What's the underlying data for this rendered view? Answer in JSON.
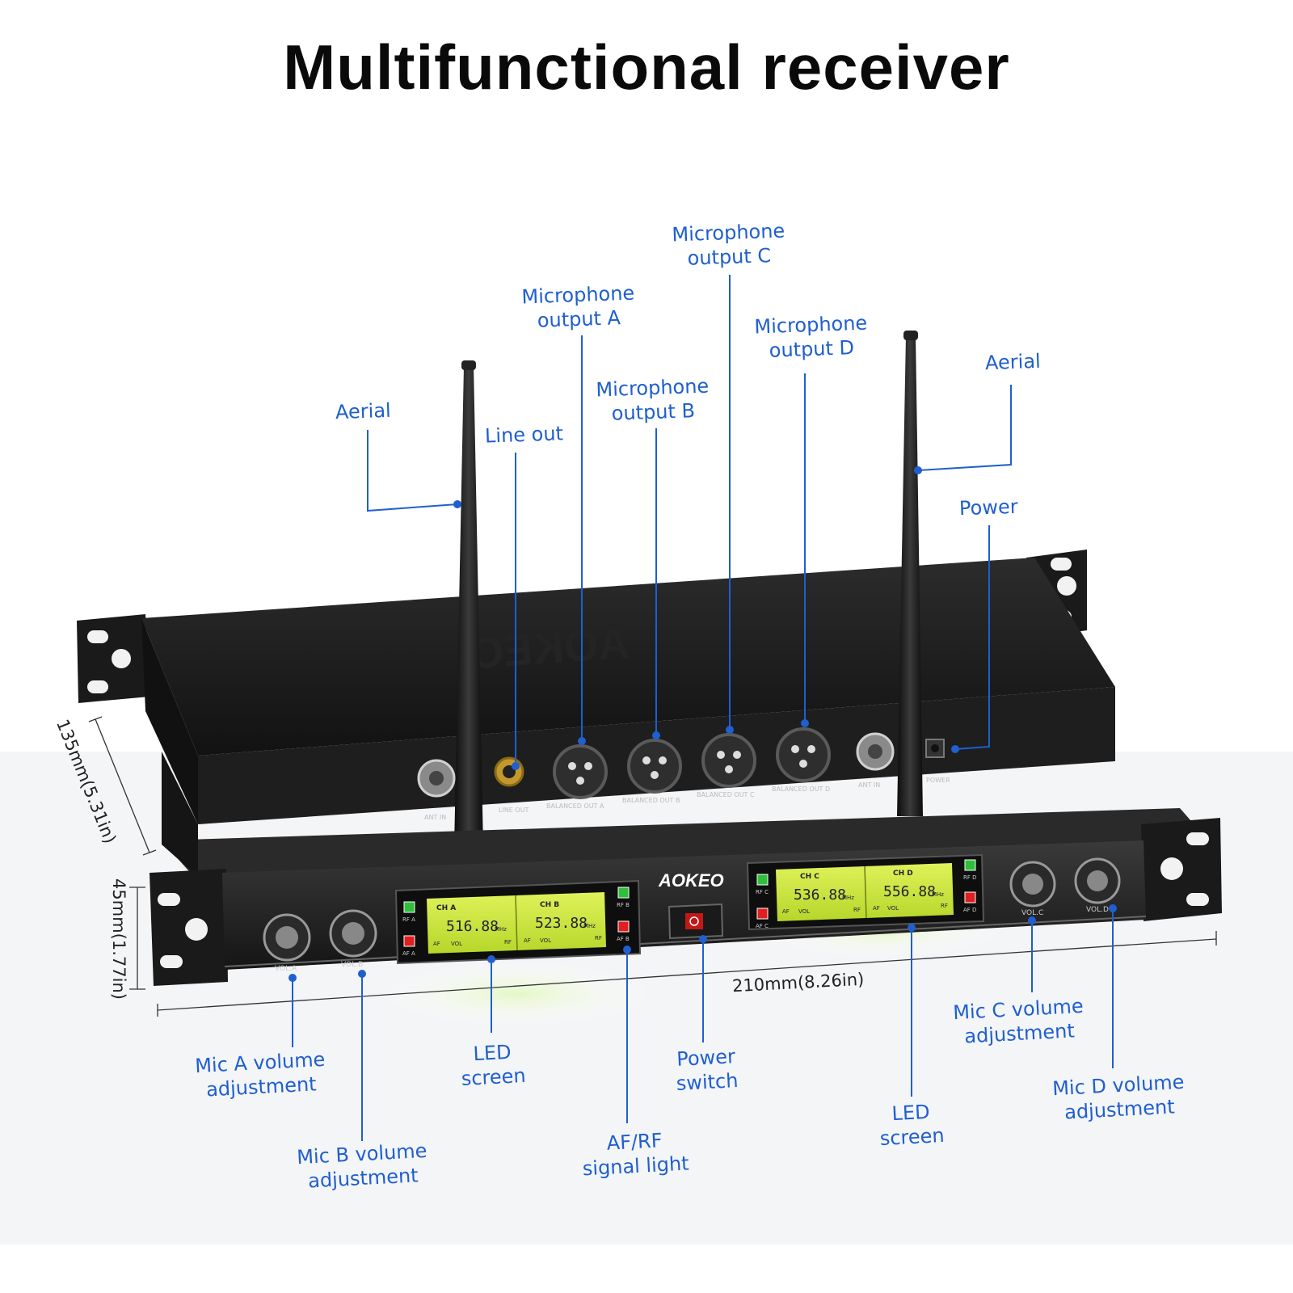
{
  "title": "Multifunctional receiver",
  "brand": "AOKEO",
  "callouts": {
    "aerial_left": "Aerial",
    "line_out": "Line out",
    "mic_out_a": [
      "Microphone",
      "output A"
    ],
    "mic_out_b": [
      "Microphone",
      "output B"
    ],
    "mic_out_c": [
      "Microphone",
      "output C"
    ],
    "mic_out_d": [
      "Microphone",
      "output D"
    ],
    "aerial_right": "Aerial",
    "power": "Power",
    "mic_a_vol": [
      "Mic A volume",
      "adjustment"
    ],
    "mic_b_vol": [
      "Mic B volume",
      "adjustment"
    ],
    "led_screen_1": [
      "LED",
      "screen"
    ],
    "af_rf_light": [
      "AF/RF",
      "signal light"
    ],
    "power_switch": [
      "Power",
      "switch"
    ],
    "led_screen_2": [
      "LED",
      "screen"
    ],
    "mic_c_vol": [
      "Mic C volume",
      "adjustment"
    ],
    "mic_d_vol": [
      "Mic D volume",
      "adjustment"
    ]
  },
  "dimensions": {
    "depth": "135mm(5.31in)",
    "height": "45mm(1.77in)",
    "width": "210mm(8.26in)"
  },
  "rear_panel": {
    "ant_in_left": "ANT IN",
    "line_out": "LINE OUT",
    "out_a": "BALANCED OUT A",
    "out_b": "BALANCED OUT B",
    "out_c": "BALANCED OUT C",
    "out_d": "BALANCED OUT D",
    "ant_in_right": "ANT IN",
    "power": "POWER"
  },
  "front_panel": {
    "vol_a": "VOL.A",
    "vol_b": "VOL.B",
    "vol_c": "VOL.C",
    "vol_d": "VOL.D",
    "ch_a": "CH A",
    "ch_b": "CH B",
    "ch_c": "CH C",
    "ch_d": "CH D",
    "freq_a": "516.88",
    "freq_b": "523.88",
    "freq_c": "536.88",
    "freq_d": "556.88",
    "unit": "MHz",
    "vol_word": "VOL",
    "af": "AF",
    "rf": "RF",
    "rf_a": "RF A",
    "af_a": "AF A",
    "rf_b": "RF B",
    "af_b": "AF B",
    "rf_c": "RF C",
    "af_c": "AF C",
    "rf_d": "RF D",
    "af_d": "AF D"
  },
  "colors": {
    "callout_blue": "#1f5fd0",
    "body_black": "#1c1c1c",
    "lcd_green": "#c8e83a",
    "led_green": "#2fbf3a",
    "led_red": "#e02020"
  }
}
